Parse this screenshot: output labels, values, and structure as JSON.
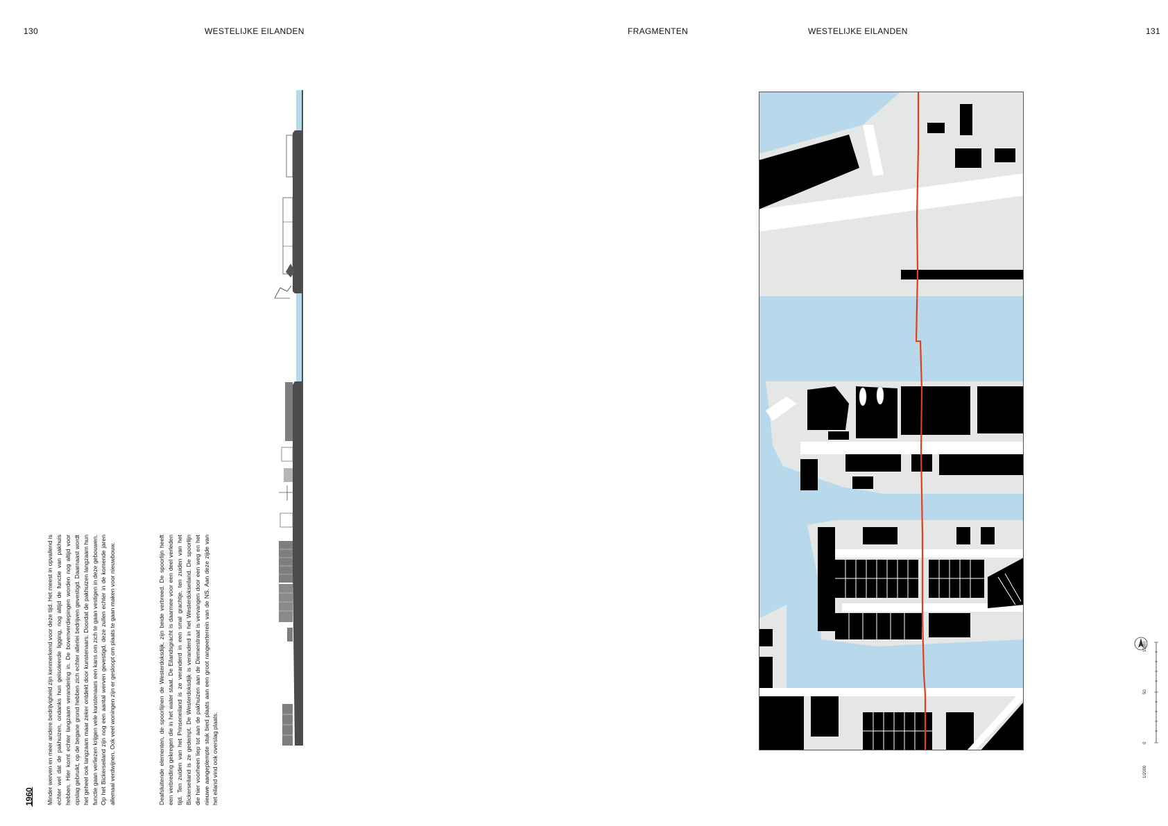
{
  "header": {
    "page_left": "130",
    "title_left": "WESTELIJKE EILANDEN",
    "section": "FRAGMENTEN",
    "title_right": "WESTELIJKE EILANDEN",
    "page_right": "131"
  },
  "year": "1960",
  "body": {
    "paragraph_1": "Minder werven en meer andere bedrijvigheid zijn kenmerkend voor deze tijd. Het meest in opvallend is echter wel dat de pakhuizen, ondanks hun geïsoleerde ligging, nog altijd de functie van pakhuis hebben. Hier komt echter langzaam verandering in. De bovenverdiepingen worden nog altijd voor opslag gebruikt, op de begane grond hebben zich echter allerlei bedrijven gevestigd. Daarnaast wordt het geheel ook langzaam maar zeker ontdekt door kunstenaars. Doordat de pakhuizen langzaam hun functie gaan verliezen krijgen vele kunstenaars een kans om zich te gaan vestigen in deze gebouwen. Op het Bickerseiland zijn nog een aantal werven gevestigd, deze zullen echter in de komende jaren allemaal verdwijnen. Ook veel woningen zijn er gesloopt om plaats te gaan maken voor nieuwbouw.",
    "paragraph_2": "Deafsluitende elementen, de spoorlijnen de Westerdoksdijk, zijn beide verbreed. De spoorlijn heeft een verbreding gekregen die in het water staat. De Eilandsgracht is daarmee voor een deel verleden tijd. Ten zuiden van het Prinseneiland is ze veranderd in een smal grachtje, ten zuiden van het Bickerseiland is ze gedempt. De Westerdoksdijk is veranderd in het Westerdokseiland. De spoorlijn die hier voorheen liep tot aan de pakhuizen aan de Diemerstraat is vervangen door een weg en het nieuwe aangeplempte stuk bied plaats aan een groot rangeerterrein van de NS. Aan deze zijde van het eiland vind ook overslag plaats."
  },
  "scale": {
    "labels": [
      "100m",
      "50",
      "0"
    ],
    "ratio": "1/2000"
  },
  "colors": {
    "water": "#b8d9ec",
    "land": "#e4e7e6",
    "building": "#000000",
    "route": "#e0401a",
    "section_dark": "#4c4c4e",
    "section_mid": "#7e7e80"
  },
  "icons": {
    "north_arrow": "north-arrow-icon"
  }
}
